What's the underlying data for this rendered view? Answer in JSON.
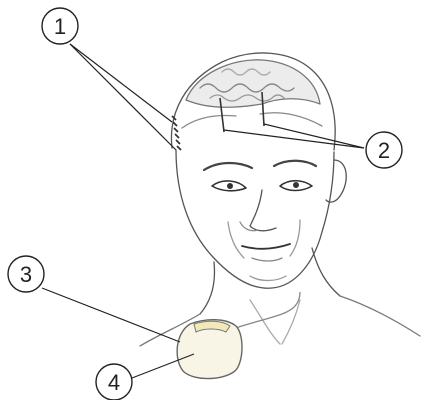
{
  "callouts": [
    {
      "id": "1",
      "label": "1"
    },
    {
      "id": "2",
      "label": "2"
    },
    {
      "id": "3",
      "label": "3"
    },
    {
      "id": "4",
      "label": "4"
    }
  ],
  "colors": {
    "line": "#222222",
    "skin_shadow": "#cfcfcf",
    "brain": "#e8e8e8",
    "device": "#f7f2dc"
  }
}
